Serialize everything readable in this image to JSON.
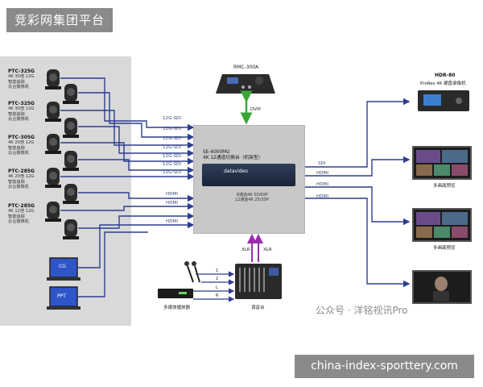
{
  "header": {
    "title": "竞彩网集团平台"
  },
  "cameras": [
    {
      "model": "PTC-325G",
      "line1": "4K 30倍 12G",
      "line2": "智能追踪",
      "line3": "云台摄像机"
    },
    {
      "model": "PTC-325G",
      "line1": "4K 30倍 12G",
      "line2": "智能追踪",
      "line3": "云台摄像机"
    },
    {
      "model": "PTC-305G",
      "line1": "4K 20倍 12G",
      "line2": "智能追踪",
      "line3": "云台摄像机"
    },
    {
      "model": "PTC-285G",
      "line1": "4K 20倍 12G",
      "line2": "智能追踪",
      "line3": "云台摄像机"
    },
    {
      "model": "PTC-285G",
      "line1": "4K 12倍 12G",
      "line2": "智能追踪",
      "line3": "云台摄像机"
    }
  ],
  "laptops": [
    {
      "screen": "CG"
    },
    {
      "screen": "PPT"
    }
  ],
  "input_signals": [
    "12G-SDI",
    "12G-SDI",
    "12G-SDI",
    "12G-SDI",
    "12G-SDI",
    "12G-SDI",
    "12G-SDI",
    "HDMI",
    "HDMI",
    "HDMI"
  ],
  "controller": {
    "name": "RMC-300A",
    "link": "DVIP"
  },
  "switcher": {
    "model": "SE-4000MU",
    "desc": "4K 12通道切换台（机架型）",
    "brand": "datavideo",
    "spec1": "8通道4K 50/60P",
    "spec2": "12通道4K 25/30P"
  },
  "audio": {
    "xlr_left": "XLR",
    "xlr_right": "XLR",
    "mixer_label": "调音台",
    "player_label": "多媒体播放器",
    "channels": [
      "1",
      "2",
      "L",
      "R"
    ]
  },
  "outputs": [
    {
      "signal": "SDI",
      "device": "HDR-80",
      "device_sub": "ProRes 4K 硬盘录像机"
    },
    {
      "signal": "HDMI",
      "device": "",
      "device_sub": "多画面预览"
    },
    {
      "signal": "HDMI",
      "device": "",
      "device_sub": "多画面预览"
    },
    {
      "signal": "HDMI",
      "device": "",
      "device_sub": ""
    }
  ],
  "watermark": "公众号 · 洋铭视讯Pro",
  "footer": {
    "site": "china-index-sporttery.com"
  },
  "colors": {
    "line": "#2c3e8f",
    "dvip": "#3aa63a",
    "xlr": "#9a2bb0",
    "audio_in": "#2c3e8f"
  }
}
